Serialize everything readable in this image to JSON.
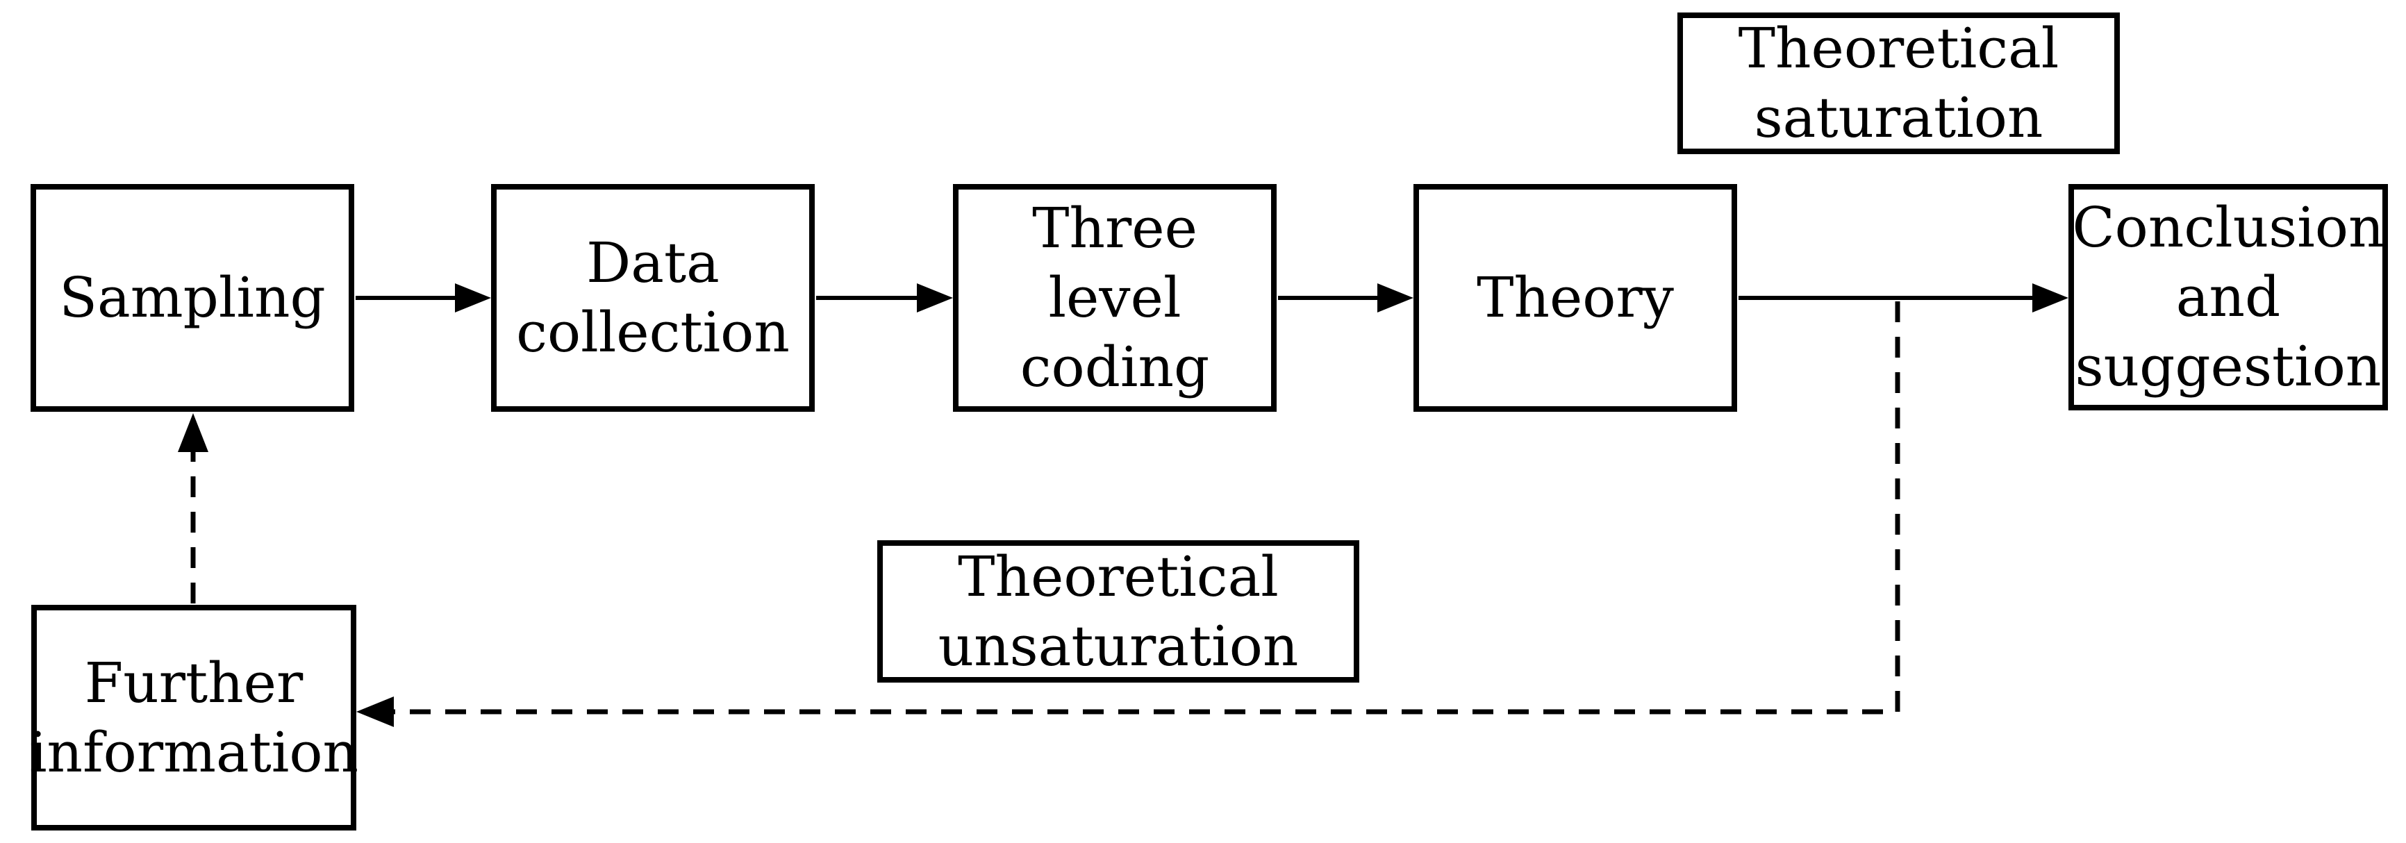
{
  "colors": {
    "ink": "#000000",
    "background": "#ffffff"
  },
  "nodes": {
    "sampling": {
      "label": "Sampling"
    },
    "data_collection": {
      "label": "Data\ncollection"
    },
    "three_level_coding": {
      "label": "Three level\ncoding"
    },
    "theory": {
      "label": "Theory"
    },
    "conclusion_suggestion": {
      "label": "Conclusion\nand\nsuggestion"
    },
    "theoretical_saturation": {
      "label": "Theoretical\nsaturation"
    },
    "theoretical_unsaturation": {
      "label": "Theoretical\nunsaturation"
    },
    "further_information": {
      "label": "Further\ninformation"
    }
  },
  "edges": [
    {
      "from": "Sampling",
      "to": "Data collection",
      "style": "solid-arrow"
    },
    {
      "from": "Data collection",
      "to": "Three level coding",
      "style": "solid-arrow"
    },
    {
      "from": "Three level coding",
      "to": "Theory",
      "style": "solid-arrow"
    },
    {
      "from": "Theory",
      "to": "Conclusion and suggestion",
      "style": "solid-arrow",
      "annotation": "Theoretical saturation"
    },
    {
      "from": "Theory to Conclusion link",
      "to": "Further information",
      "style": "dashed-arrow",
      "annotation": "Theoretical unsaturation"
    },
    {
      "from": "Further information",
      "to": "Sampling",
      "style": "dashed-arrow"
    }
  ]
}
